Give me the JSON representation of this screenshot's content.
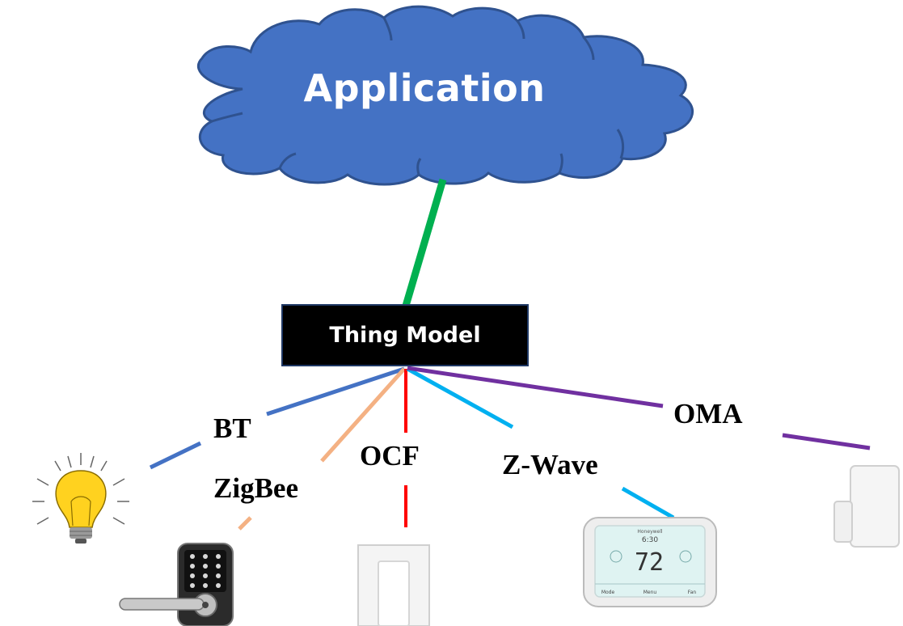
{
  "cloud": {
    "label": "Application",
    "fill": "#4472c4",
    "stroke": "#2f528f"
  },
  "thing_model": {
    "label": "Thing Model"
  },
  "uplink": {
    "color": "#00b050"
  },
  "protocols": [
    {
      "id": "bt",
      "label": "BT",
      "color": "#4472c4",
      "device": "light-bulb"
    },
    {
      "id": "zigbee",
      "label": "ZigBee",
      "color": "#f4b183",
      "device": "smart-lock"
    },
    {
      "id": "ocf",
      "label": "OCF",
      "color": "#ff0000",
      "device": "wall-switch"
    },
    {
      "id": "zwave",
      "label": "Z-Wave",
      "color": "#00b0f0",
      "device": "thermostat"
    },
    {
      "id": "oma",
      "label": "OMA",
      "color": "#7030a0",
      "device": "door-sensor"
    }
  ],
  "thermostat": {
    "brand": "Honeywell",
    "time": "6:30",
    "temp": "72",
    "mode": "Mode",
    "menu": "Menu",
    "fan": "Fan"
  }
}
